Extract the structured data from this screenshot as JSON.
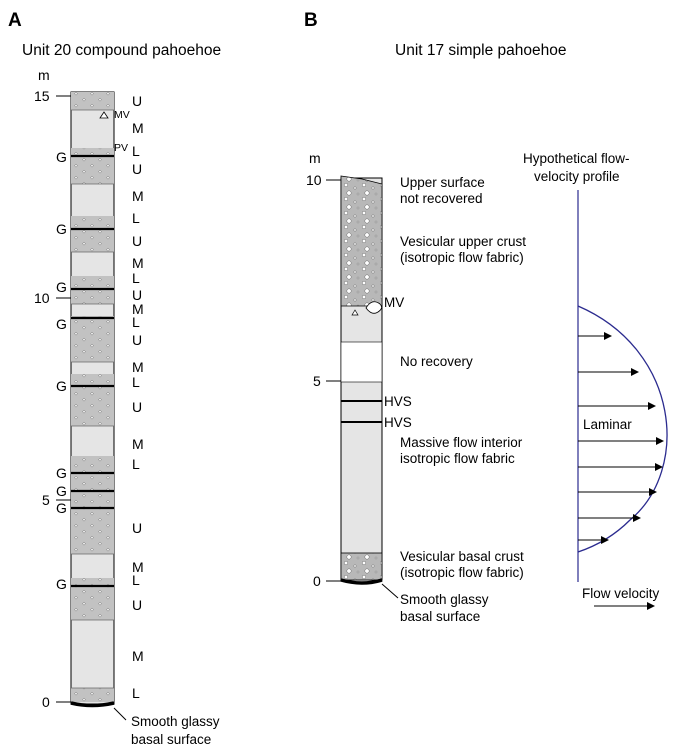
{
  "panel_a": {
    "letter": "A",
    "title": "Unit 20 compound pahoehoe",
    "axis_unit": "m",
    "ticks": [
      {
        "label": "15",
        "value": 15
      },
      {
        "label": "10",
        "value": 10
      },
      {
        "label": "5",
        "value": 5
      },
      {
        "label": "0",
        "value": 0
      }
    ],
    "zone_labels": [
      "U",
      "M",
      "L",
      "U",
      "M",
      "L",
      "U",
      "M",
      "L",
      "U",
      "M",
      "L",
      "U",
      "M",
      "L",
      "U",
      "M",
      "L",
      "U",
      "M",
      "L",
      "U",
      "M",
      "L"
    ],
    "g_labels": [
      "G",
      "G",
      "G",
      "G",
      "G",
      "G",
      "G",
      "G",
      "G"
    ],
    "mv_label": "MV",
    "pv_label": "PV",
    "base_label_line1": "Smooth glassy",
    "base_label_line2": "basal surface"
  },
  "panel_b": {
    "letter": "B",
    "title": "Unit 17 simple pahoehoe",
    "axis_unit": "m",
    "ticks": [
      {
        "label": "10",
        "value": 10
      },
      {
        "label": "5",
        "value": 5
      },
      {
        "label": "0",
        "value": 0
      }
    ],
    "descriptions": {
      "upper_surface_1": "Upper surface",
      "upper_surface_2": "not recovered",
      "vesicular_upper_1": "Vesicular upper crust",
      "vesicular_upper_2": "(isotropic flow fabric)",
      "mv": "MV",
      "no_recovery": "No recovery",
      "hvs_1": "HVS",
      "hvs_2": "HVS",
      "massive_1": "Massive flow interior",
      "massive_2": "isotropic flow fabric",
      "vesicular_basal_1": "Vesicular basal crust",
      "vesicular_basal_2": "(isotropic flow fabric)",
      "base_1": "Smooth glassy",
      "base_2": "basal surface"
    },
    "profile": {
      "title_1": "Hypothetical flow-",
      "title_2": "velocity profile",
      "laminar": "Laminar",
      "flow_velocity": "Flow velocity"
    }
  },
  "colors": {
    "massive": "#e5e5e5",
    "vesicular": "#bdbdbd",
    "outline": "#000000",
    "profile_curve": "#2b2b8f"
  }
}
